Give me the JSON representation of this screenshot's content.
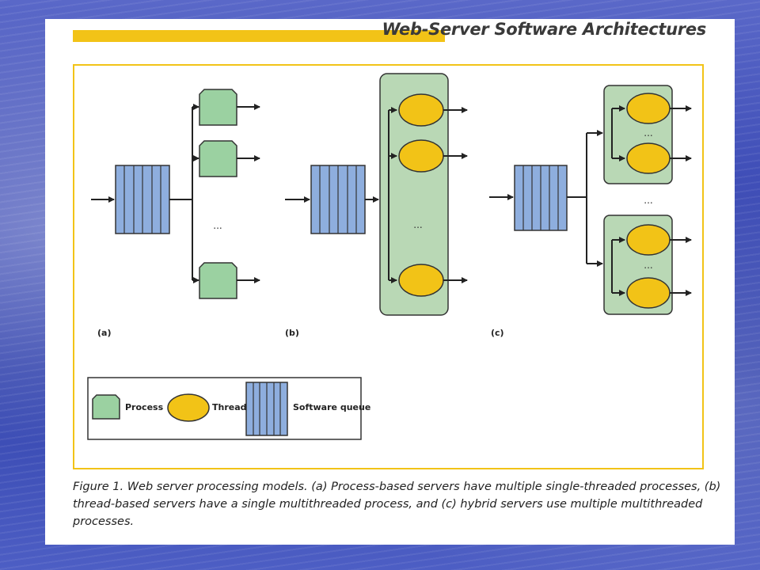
{
  "slide": {
    "header_title": "Web-Server Software Architectures",
    "caption": "Figure 1. Web server processing models. (a) Process-based servers have multiple single-threaded processes, (b) thread-based servers have a single multithreaded process, and (c) hybrid servers use multiple multithreaded processes."
  },
  "diagram": {
    "panels": [
      {
        "id": "a",
        "label": "(a)",
        "ellipsis": "..."
      },
      {
        "id": "b",
        "label": "(b)",
        "ellipsis": "..."
      },
      {
        "id": "c",
        "label": "(c)",
        "ellipsis": "..."
      }
    ],
    "legend": {
      "process": "Process",
      "thread": "Thread",
      "queue": "Software queue"
    }
  },
  "colors": {
    "process_fill": "#9bd1a1",
    "thread_fill": "#f2c317",
    "queue_fill": "#8eaede",
    "frame": "#f2c317",
    "process_group_fill": "#b9d8b5"
  }
}
